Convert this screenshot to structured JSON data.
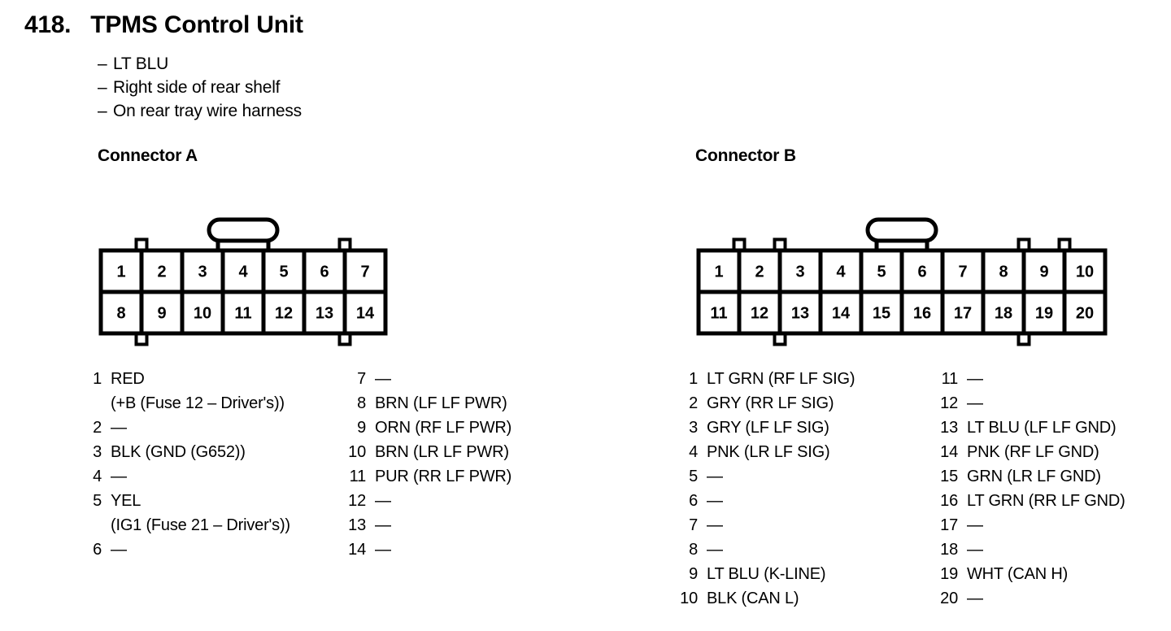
{
  "header": {
    "number": "418.",
    "title": "TPMS Control Unit",
    "bullet_marker": "–",
    "bullets": [
      "LT BLU",
      "Right side of rear shelf",
      "On rear tray wire harness"
    ]
  },
  "empty_pin_marker": "—",
  "connectors": [
    {
      "name": "connector-a",
      "heading": "Connector A",
      "rows": 2,
      "cols": 7,
      "top_pins": [
        "1",
        "2",
        "3",
        "4",
        "5",
        "6",
        "7"
      ],
      "bottom_pins": [
        "8",
        "9",
        "10",
        "11",
        "12",
        "13",
        "14"
      ],
      "top_tabs": [
        1,
        6
      ],
      "bottom_tabs": [
        1,
        6
      ],
      "pin_column_1": [
        {
          "num": "1",
          "desc": "RED"
        },
        {
          "num": "",
          "desc": "(+B (Fuse 12 – Driver's))",
          "continuation": true
        },
        {
          "num": "2",
          "desc": "—"
        },
        {
          "num": "3",
          "desc": "BLK (GND (G652))"
        },
        {
          "num": "4",
          "desc": "—"
        },
        {
          "num": "5",
          "desc": "YEL"
        },
        {
          "num": "",
          "desc": "(IG1 (Fuse 21 – Driver's))",
          "continuation": true
        },
        {
          "num": "6",
          "desc": "—"
        }
      ],
      "pin_column_2": [
        {
          "num": "7",
          "desc": "—"
        },
        {
          "num": "8",
          "desc": "BRN (LF LF PWR)"
        },
        {
          "num": "9",
          "desc": "ORN (RF LF PWR)"
        },
        {
          "num": "10",
          "desc": "BRN (LR LF PWR)"
        },
        {
          "num": "11",
          "desc": "PUR (RR LF PWR)"
        },
        {
          "num": "12",
          "desc": "—"
        },
        {
          "num": "13",
          "desc": "—"
        },
        {
          "num": "14",
          "desc": "—"
        }
      ]
    },
    {
      "name": "connector-b",
      "heading": "Connector B",
      "rows": 2,
      "cols": 10,
      "top_pins": [
        "1",
        "2",
        "3",
        "4",
        "5",
        "6",
        "7",
        "8",
        "9",
        "10"
      ],
      "bottom_pins": [
        "11",
        "12",
        "13",
        "14",
        "15",
        "16",
        "17",
        "18",
        "19",
        "20"
      ],
      "top_tabs": [
        1,
        2,
        8,
        9
      ],
      "bottom_tabs": [
        2,
        8
      ],
      "pin_column_1": [
        {
          "num": "1",
          "desc": "LT GRN (RF LF SIG)"
        },
        {
          "num": "2",
          "desc": "GRY (RR LF SIG)"
        },
        {
          "num": "3",
          "desc": "GRY (LF LF SIG)"
        },
        {
          "num": "4",
          "desc": "PNK (LR LF SIG)"
        },
        {
          "num": "5",
          "desc": "—"
        },
        {
          "num": "6",
          "desc": "—"
        },
        {
          "num": "7",
          "desc": "—"
        },
        {
          "num": "8",
          "desc": "—"
        },
        {
          "num": "9",
          "desc": "LT BLU (K-LINE)"
        },
        {
          "num": "10",
          "desc": "BLK (CAN L)"
        }
      ],
      "pin_column_2": [
        {
          "num": "11",
          "desc": "—"
        },
        {
          "num": "12",
          "desc": "—"
        },
        {
          "num": "13",
          "desc": "LT BLU (LF LF GND)"
        },
        {
          "num": "14",
          "desc": "PNK (RF LF GND)"
        },
        {
          "num": "15",
          "desc": "GRN (LR LF GND)"
        },
        {
          "num": "16",
          "desc": "LT GRN (RR LF GND)"
        },
        {
          "num": "17",
          "desc": "—"
        },
        {
          "num": "18",
          "desc": "—"
        },
        {
          "num": "19",
          "desc": "WHT (CAN H)"
        },
        {
          "num": "20",
          "desc": "—"
        }
      ]
    }
  ],
  "colors": {
    "ink": "#000000",
    "paper": "#ffffff"
  }
}
